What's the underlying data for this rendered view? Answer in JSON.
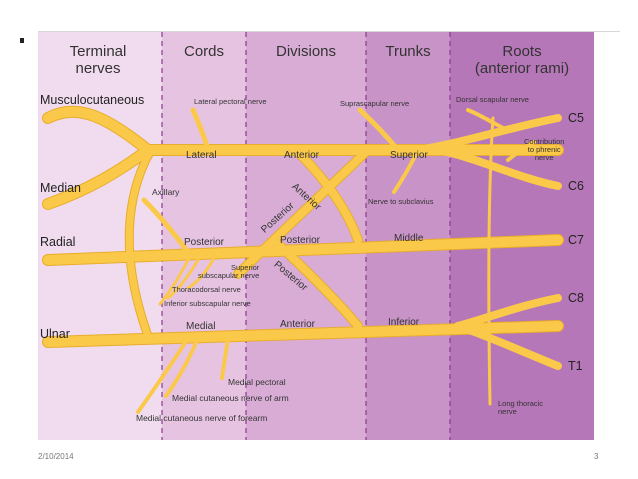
{
  "footer": {
    "date": "2/10/2014",
    "page": "3"
  },
  "headers": {
    "terminal": "Terminal\nnerves",
    "cords": "Cords",
    "divisions": "Divisions",
    "trunks": "Trunks",
    "roots": "Roots\n(anterior rami)"
  },
  "terminal_nerves": {
    "musculocutaneous": "Musculocutaneous",
    "median": "Median",
    "radial": "Radial",
    "ulnar": "Ulnar"
  },
  "roots": {
    "c5": "C5",
    "c6": "C6",
    "c7": "C7",
    "c8": "C8",
    "t1": "T1"
  },
  "branch_labels": {
    "lateral": "Lateral",
    "anterior_1": "Anterior",
    "superior": "Superior",
    "anterior_2": "Anterior",
    "posterior_diag_1": "Posterior",
    "posterior_diag_2": "Posterior",
    "posterior": "Posterior",
    "posterior_div": "Posterior",
    "middle": "Middle",
    "medial": "Medial",
    "anterior_3": "Anterior",
    "inferior": "Inferior"
  },
  "nerve_labels": {
    "lateral_pectoral": "Lateral pectoral nerve",
    "suprascapular": "Suprascapular nerve",
    "dorsal_scapular": "Dorsal scapular nerve",
    "contribution_phrenic": "Contribution\nto phrenic\nnerve",
    "axillary": "Axillary",
    "nerve_to_subclavius": "Nerve to subclavius",
    "superior_subscapular": "Superior\nsubscapular nerve",
    "thoracodorsal": "Thoracodorsal nerve",
    "inferior_subscapular": "Inferior subscapular nerve",
    "medial_pectoral": "Medial pectoral",
    "medial_cutaneous_arm": "Medial cutaneous nerve of arm",
    "medial_cutaneous_forearm": "Medial cutaneous nerve of forearm",
    "long_thoracic": "Long thoracic\nnerve"
  },
  "colors": {
    "band_terminal": "#f1dcef",
    "band_cords": "#e7c3e2",
    "band_divisions": "#d8acd5",
    "band_trunks": "#c893c6",
    "band_roots": "#b577b7",
    "nerve": "#fbc94a",
    "nerve_edge": "#e8ad2a",
    "divider": "#8a3a8c"
  }
}
